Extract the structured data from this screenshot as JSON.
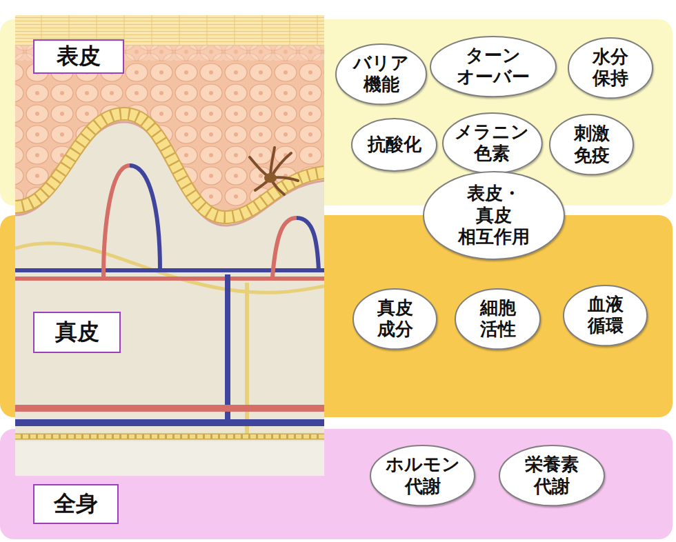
{
  "diagram": {
    "nodes": [
      {
        "text": [
          "表皮"
        ]
      },
      {
        "text": [
          "バリア 機能"
        ],
        "in": 0
      },
      {
        "text": [
          "ターン オーバー"
        ],
        "in": 0
      },
      {
        "text": [
          "水分 保持"
        ],
        "in": 0
      },
      {
        "text": [
          "抗酸化"
        ],
        "in": 0
      },
      {
        "text": [
          "メラニン 色素"
        ],
        "in": 0
      },
      {
        "text": [
          "刺激 免疫"
        ],
        "in": 0
      },
      {
        "text": [
          "表皮・真皮 相互作用"
        ]
      },
      {
        "text": [
          "真皮"
        ]
      },
      {
        "text": [
          "真皮 成分"
        ],
        "in": 8
      },
      {
        "text": [
          "細胞 活性"
        ],
        "in": 8
      },
      {
        "text": [
          "血液 循環"
        ],
        "in": 8
      },
      {
        "text": [
          "全身"
        ]
      },
      {
        "text": [
          "ホルモン 代謝"
        ],
        "in": 12
      },
      {
        "text": [
          "栄養素 代謝"
        ],
        "in": 12
      }
    ]
  }
}
